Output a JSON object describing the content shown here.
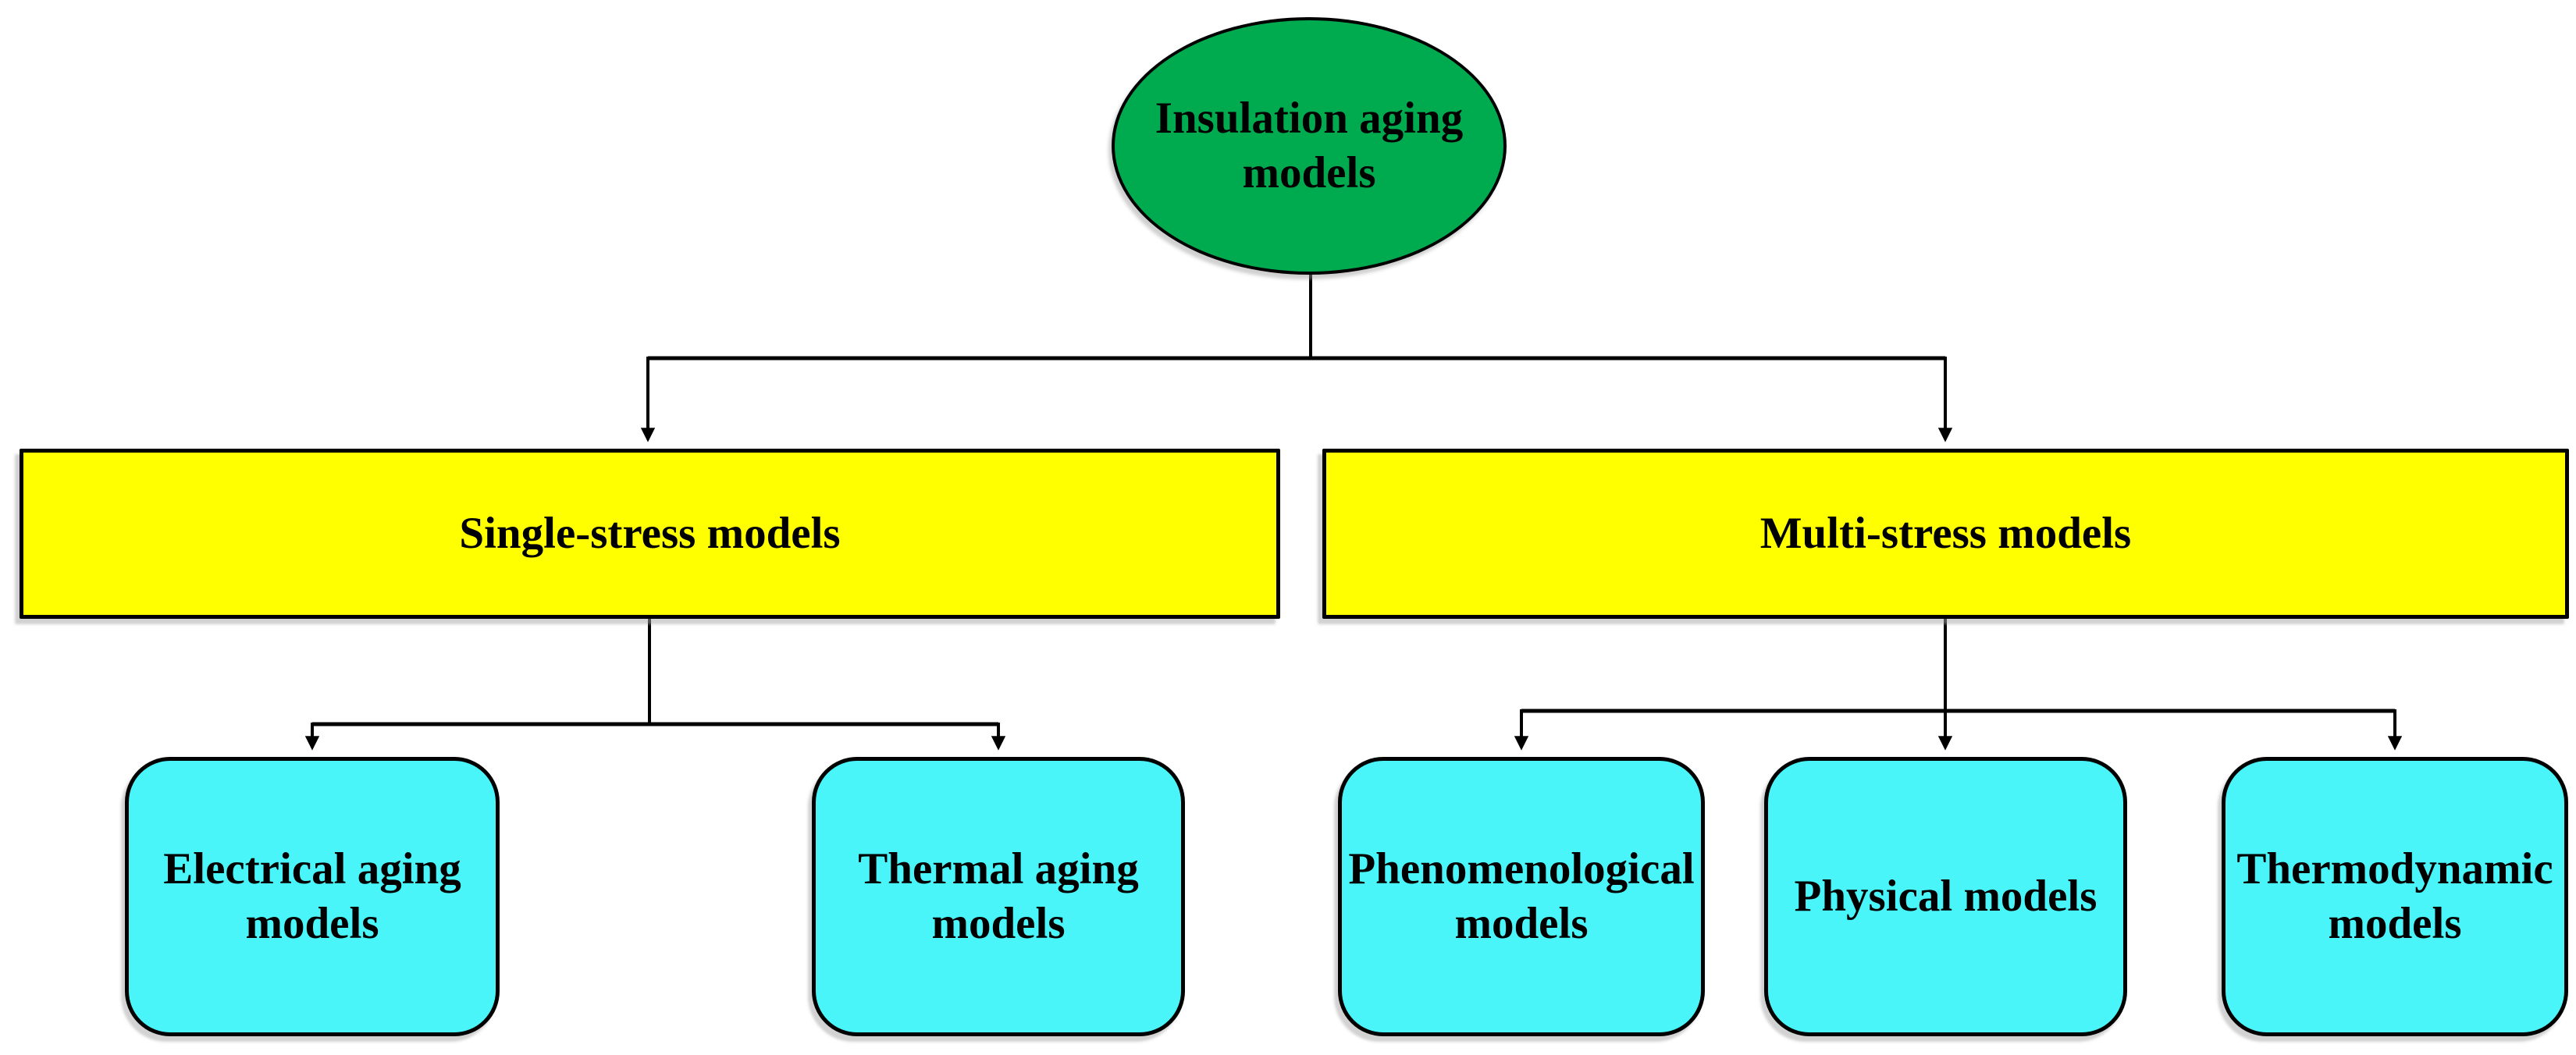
{
  "figure": {
    "type": "flowchart",
    "root": {
      "label": "Insulation aging models",
      "fill": "#00AB50"
    },
    "level1": {
      "single_stress": {
        "label": "Single-stress models",
        "fill": "#FFFF00"
      },
      "multi_stress": {
        "label": "Multi-stress models",
        "fill": "#FFFF00"
      }
    },
    "level2": {
      "electrical": {
        "label": "Electrical aging models",
        "fill": "#4AF5FA",
        "parent": "Single-stress models"
      },
      "thermal": {
        "label": "Thermal aging models",
        "fill": "#4AF5FA",
        "parent": "Single-stress models"
      },
      "phenomenological": {
        "label": "Phenomenological models",
        "fill": "#4AF5FA",
        "parent": "Multi-stress models"
      },
      "physical": {
        "label": "Physical models",
        "fill": "#4AF5FA",
        "parent": "Multi-stress models"
      },
      "thermodynamic": {
        "label": "Thermodynamic models",
        "fill": "#4AF5FA",
        "parent": "Multi-stress models"
      }
    },
    "colors": {
      "connector": "#000000",
      "border": "#000000",
      "text": "#000000",
      "background": "#FFFFFF"
    }
  }
}
